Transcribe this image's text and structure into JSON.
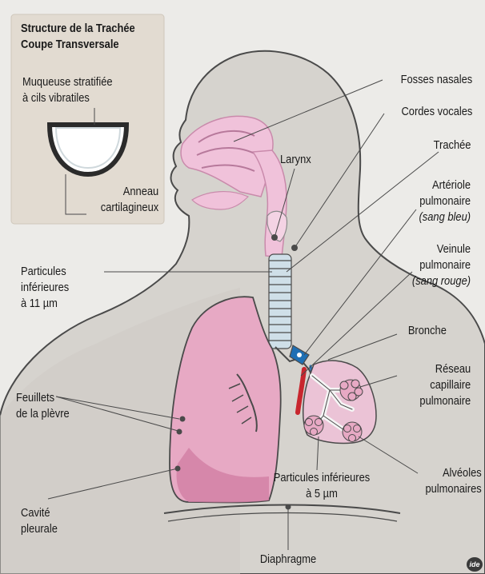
{
  "inset": {
    "title_line1": "Structure de la Trachée",
    "title_line2": "Coupe Transversale",
    "mucosa_line1": "Muqueuse stratifiée",
    "mucosa_line2": "à cils vibratiles",
    "ring_line1": "Anneau",
    "ring_line2": "cartilagineux"
  },
  "labels": {
    "fosses_nasales": "Fosses nasales",
    "cordes_vocales": "Cordes vocales",
    "larynx": "Larynx",
    "trachee": "Trachée",
    "arteriole_line1": "Artériole",
    "arteriole_line2": "pulmonaire",
    "arteriole_line3": "(sang bleu)",
    "veinule_line1": "Veinule",
    "veinule_line2": "pulmonaire",
    "veinule_line3": "(sang rouge)",
    "bronche": "Bronche",
    "reseau_line1": "Réseau",
    "reseau_line2": "capillaire",
    "reseau_line3": "pulmonaire",
    "particules11_line1": "Particules",
    "particules11_line2": "inférieures",
    "particules11_line3": "à 11 µm",
    "feuillets_line1": "Feuillets",
    "feuillets_line2": "de la plèvre",
    "cavite_line1": "Cavité",
    "cavite_line2": "pleurale",
    "particules5_line1": "Particules inférieures",
    "particules5_line2": "à 5 µm",
    "alveoles_line1": "Alvéoles",
    "alveoles_line2": "pulmonaires",
    "diaphragme": "Diaphragme"
  },
  "logo": "ide",
  "colors": {
    "background": "#ecebe8",
    "inset_box": "#e2dbd1",
    "body_skin": "#d6d3ce",
    "outline": "#4a4a4a",
    "lung": "#e7a9c4",
    "lung_dark": "#d27ea4",
    "airway_pink": "#f0c2da",
    "trachea_rings": "#cfdfe8",
    "artery_blue": "#1f6fb4",
    "vein_red": "#c8262e"
  }
}
